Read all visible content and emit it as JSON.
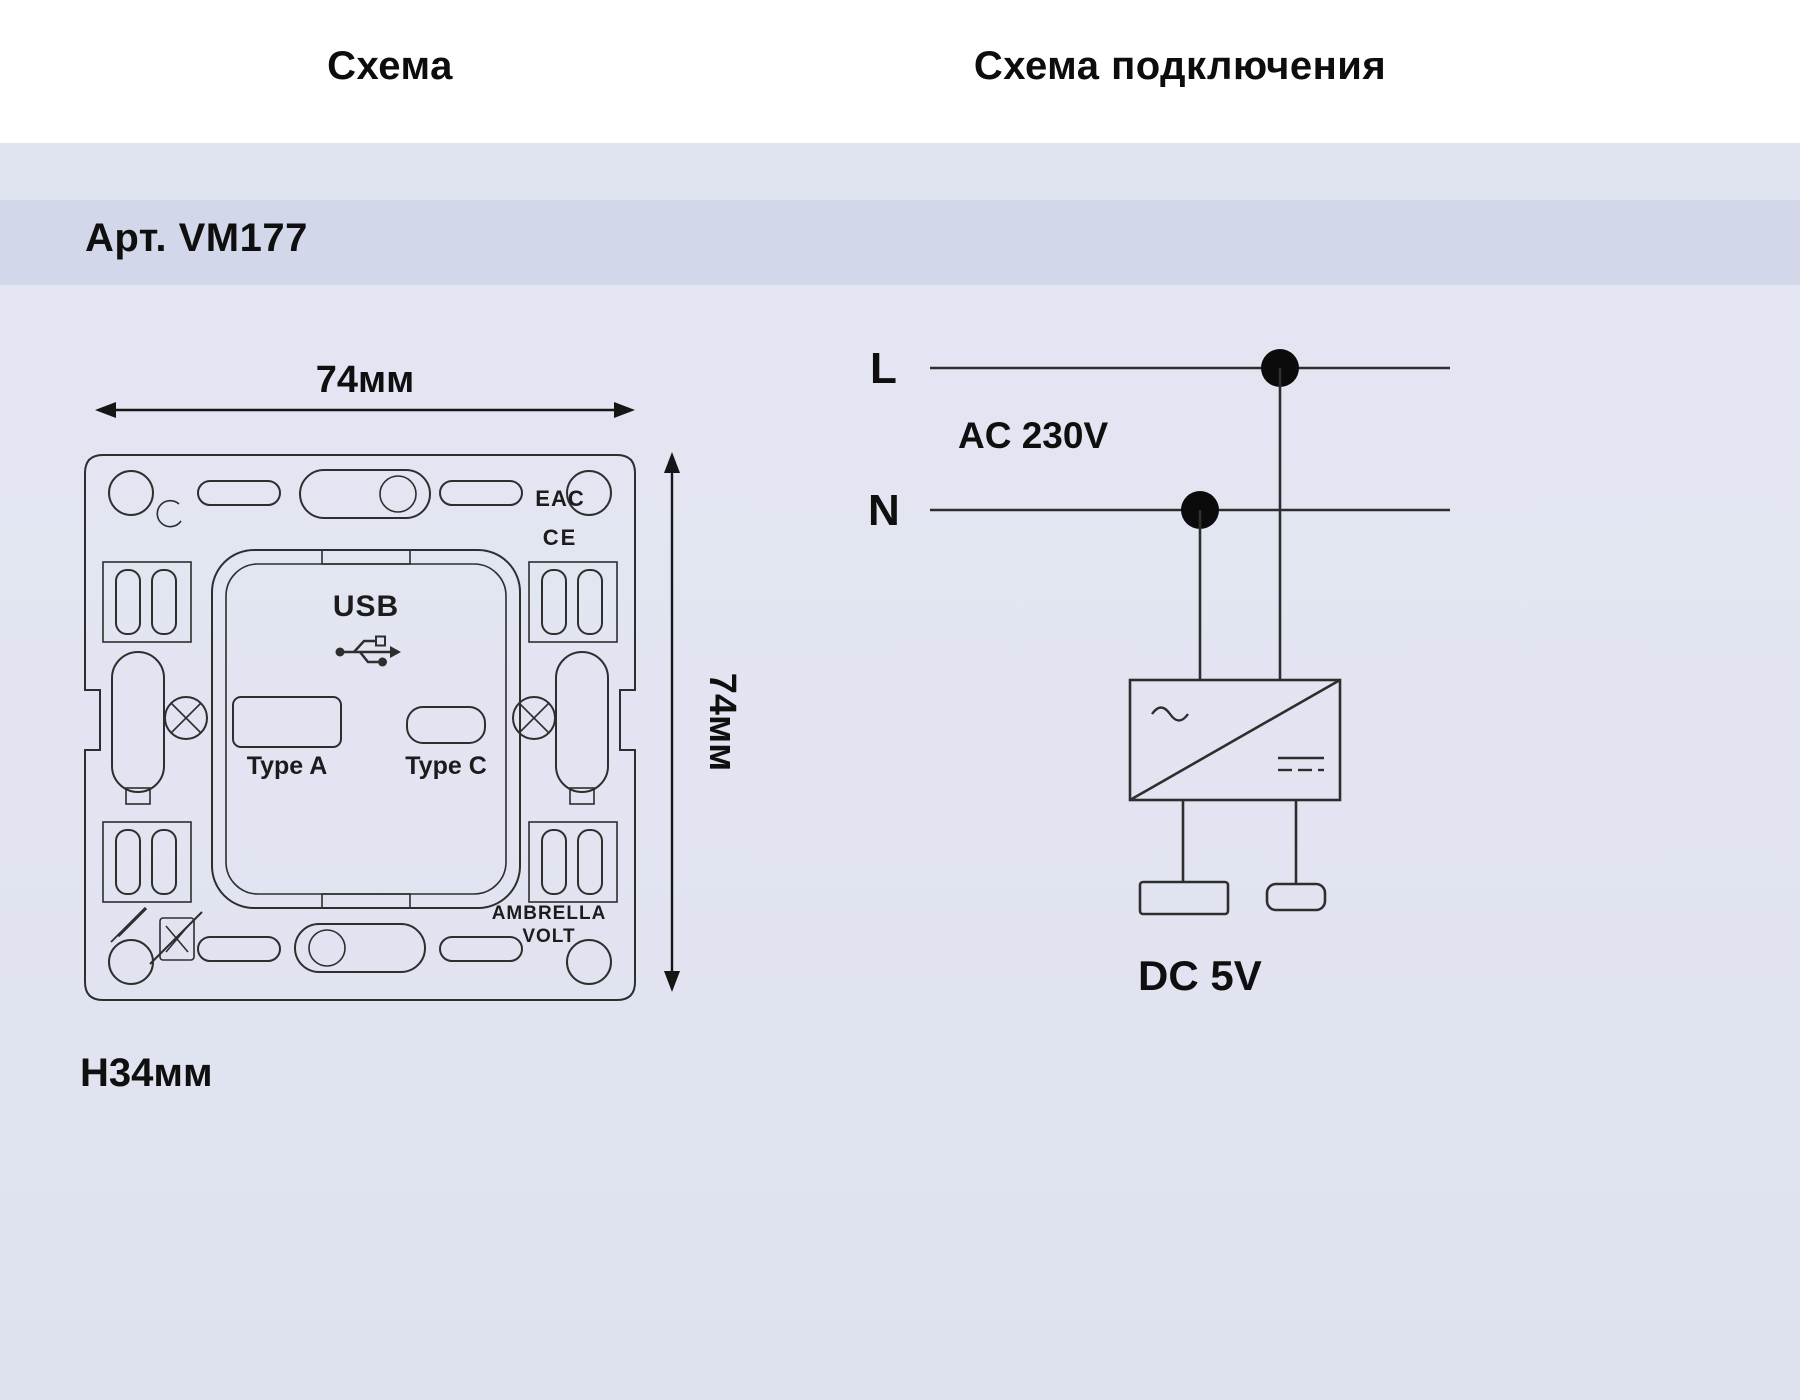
{
  "headers": {
    "left": "Схема",
    "right": "Схема подключения"
  },
  "product": {
    "article": "Арт. VM177"
  },
  "dimensions": {
    "width": "74мм",
    "height": "74мм",
    "depth": "Н34мм"
  },
  "mechanism": {
    "usb": "USB",
    "type_a": "Type A",
    "type_c": "Type C",
    "eac": "EAC",
    "ce": "CE",
    "brand1": "AMBRELLA",
    "brand2": "VOLT"
  },
  "wiring": {
    "live": "L",
    "neutral": "N",
    "ac": "AC 230V",
    "dc": "DC 5V"
  },
  "colors": {
    "band_light": "#e0e3f0",
    "band_article": "#d2d7e9",
    "background": "#e3e6f1",
    "line": "#2e2e2e",
    "text": "#0f0f0f"
  }
}
